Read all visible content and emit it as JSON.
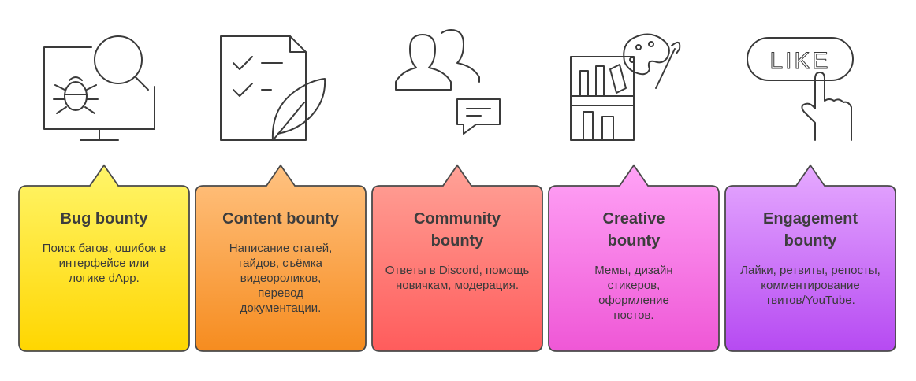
{
  "cards": [
    {
      "title": "Bug bounty",
      "desc": "Поиск багов, ошибок в интерфейсе или логике dApp.",
      "color_top": "#fff35a",
      "color_bottom": "#ffd600"
    },
    {
      "title": "Content bounty",
      "desc": "Написание статей, гайдов, съёмка видеороликов, перевод документации.",
      "color_top": "#ffbe7a",
      "color_bottom": "#f68c1f"
    },
    {
      "title": "Community bounty",
      "desc": "Ответы в Discord, помощь новичкам, модерация.",
      "color_top": "#ff9e95",
      "color_bottom": "#ff5f5f"
    },
    {
      "title": "Creative bounty",
      "desc": "Мемы, дизайн стикеров, оформление постов.",
      "color_top": "#ff9ef5",
      "color_bottom": "#f05ad8"
    },
    {
      "title": "Engagement bounty",
      "desc": "Лайки, ретвиты, репосты, комментирование твитов/YouTube.",
      "color_top": "#e2a3ff",
      "color_bottom": "#b84cf2"
    }
  ],
  "icons": [
    "bug-monitor-icon",
    "checklist-quill-icon",
    "users-chat-icon",
    "bookshelf-palette-icon",
    "like-hand-icon"
  ],
  "like_label": "LIKE",
  "outline_color": "#3a3a3a"
}
